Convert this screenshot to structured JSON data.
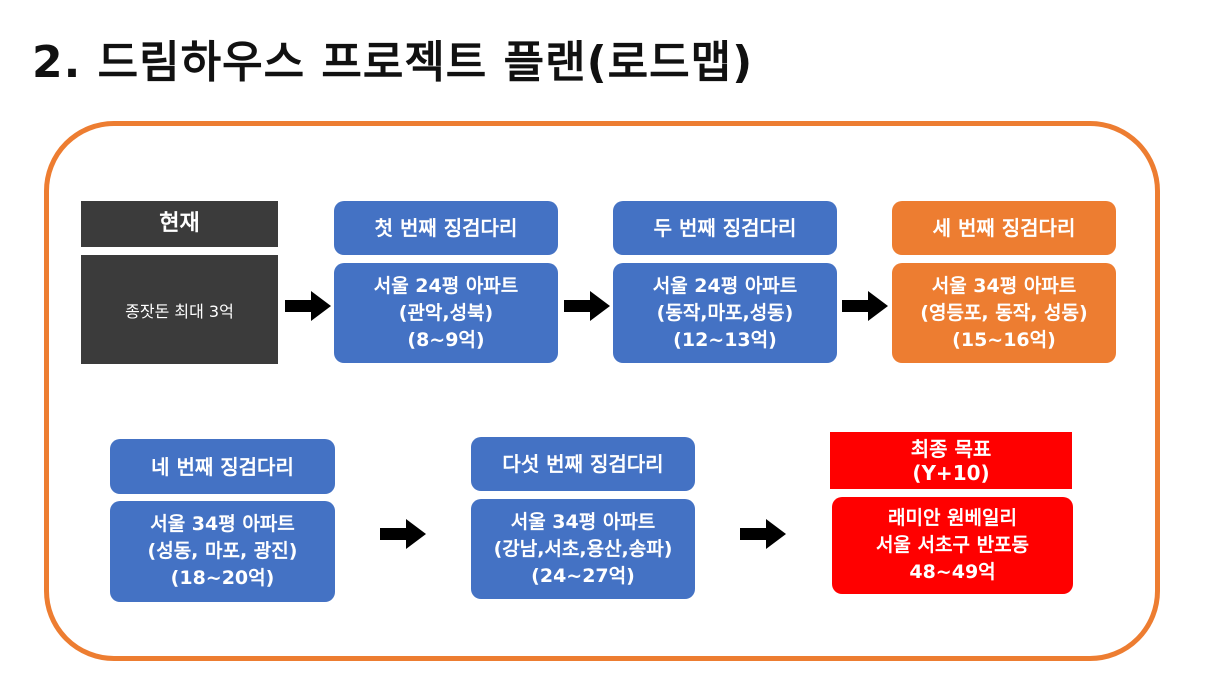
{
  "title": "2. 드림하우스 프로젝트 플랜(로드맵)",
  "colors": {
    "blue": "#4472C4",
    "orange": "#ED7D31",
    "red": "#FF0000",
    "dark": "#3B3B3B",
    "frame": "#ED7D31"
  },
  "arrow_icon": "right-arrow-icon",
  "nodes": [
    {
      "header": [
        "현재"
      ],
      "body": [
        "종잣돈 최대 3억"
      ]
    },
    {
      "header": [
        "첫 번째 징검다리"
      ],
      "body": [
        "서울 24평 아파트",
        "(관악,성북)",
        "(8~9억)"
      ]
    },
    {
      "header": [
        "두 번째 징검다리"
      ],
      "body": [
        "서울 24평 아파트",
        "(동작,마포,성동)",
        "(12~13억)"
      ]
    },
    {
      "header": [
        "세 번째 징검다리"
      ],
      "body": [
        "서울 34평 아파트",
        "(영등포, 동작, 성동)",
        "(15~16억)"
      ]
    },
    {
      "header": [
        "네 번째 징검다리"
      ],
      "body": [
        "서울 34평 아파트",
        "(성동, 마포, 광진)",
        "(18~20억)"
      ]
    },
    {
      "header": [
        "다섯 번째 징검다리"
      ],
      "body": [
        "서울 34평 아파트",
        "(강남,서초,용산,송파)",
        "(24~27억)"
      ]
    },
    {
      "header": [
        "최종 목표",
        "(Y+10)"
      ],
      "body": [
        "래미안 원베일리",
        "서울 서초구 반포동",
        "48~49억"
      ]
    }
  ]
}
